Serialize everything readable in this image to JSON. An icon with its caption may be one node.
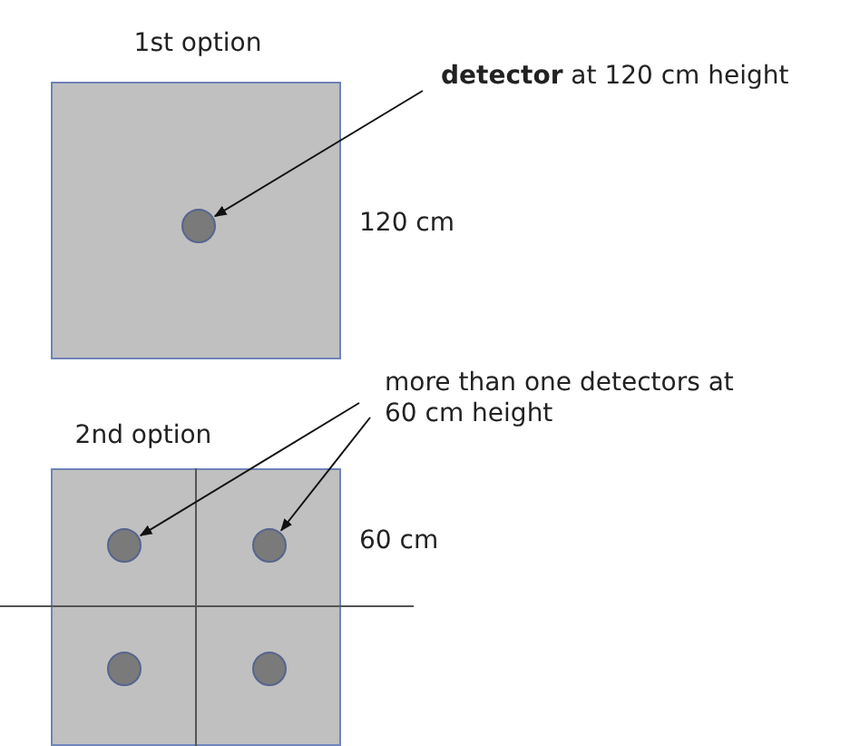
{
  "diagram": {
    "nodes": [
      {
        "text": [
          "1st option"
        ]
      },
      {
        "text": [],
        "shape": "circle",
        "in": 0
      },
      {
        "text": [
          "**detector** at 120 cm height"
        ]
      },
      {
        "text": [
          "2nd option"
        ]
      },
      {
        "text": [],
        "shape": "circle",
        "in": 3
      },
      {
        "text": [],
        "shape": "circle",
        "in": 3
      },
      {
        "text": [],
        "shape": "circle",
        "in": 3
      },
      {
        "text": [],
        "shape": "circle",
        "in": 3
      },
      {
        "text": [
          "more than one detectors at 60 cm height"
        ]
      }
    ],
    "edges": [
      {
        "from": 2,
        "to": 1,
        "arrow": "to"
      },
      {
        "from": 8,
        "to": 4,
        "arrow": "to"
      },
      {
        "from": 8,
        "to": 5,
        "arrow": "to"
      }
    ],
    "labels": [
      "120 cm",
      "60 cm"
    ]
  }
}
